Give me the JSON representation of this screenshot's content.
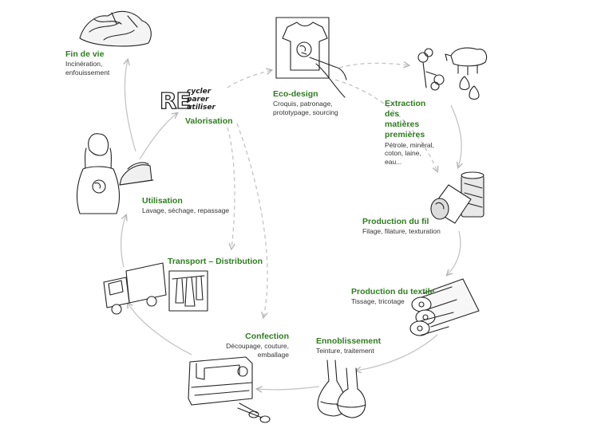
{
  "colors": {
    "title_green": "#2e7d1f",
    "arrow_gray": "#bdbdbd",
    "ink": "#222222"
  },
  "stages": {
    "fin_de_vie": {
      "title": "Fin de vie",
      "lines": [
        "Incinération,",
        "enfouissement"
      ]
    },
    "eco_design": {
      "title": "Eco-design",
      "lines": [
        "Croquis, patronage,",
        "prototypage, sourcing"
      ]
    },
    "extraction": {
      "title_lines": [
        "Extraction",
        "des",
        "matières",
        "premières"
      ],
      "lines": [
        "Pétrole, minéral,",
        "coton, laine,",
        "eau..."
      ]
    },
    "production_fil": {
      "title": "Production du fil",
      "lines": [
        "Filage, filature, texturation"
      ]
    },
    "production_textile": {
      "title": "Production du textile",
      "lines": [
        "Tissage, tricotage"
      ]
    },
    "ennoblissement": {
      "title": "Ennoblissement",
      "lines": [
        "Teinture, traitement"
      ]
    },
    "confection": {
      "title": "Confection",
      "lines": [
        "Découpage, couture,",
        "emballage"
      ]
    },
    "transport": {
      "title": "Transport – Distribution"
    },
    "utilisation": {
      "title": "Utilisation",
      "lines": [
        "Lavage, séchage, repassage"
      ]
    },
    "valorisation": {
      "title": "Valorisation",
      "re_big": "RE",
      "re_lines": [
        "cycler",
        "parer",
        "utiliser"
      ]
    }
  },
  "icons": [
    "clothes-pile-icon",
    "tshirt-sketch-icon",
    "cotton-sheep-drops-icon",
    "thread-spools-icon",
    "fabric-rolls-icon",
    "flasks-icon",
    "sewing-machine-icon",
    "scissors-icon",
    "truck-icon",
    "clothes-rack-icon",
    "woman-tshirt-icon",
    "iron-icon"
  ]
}
